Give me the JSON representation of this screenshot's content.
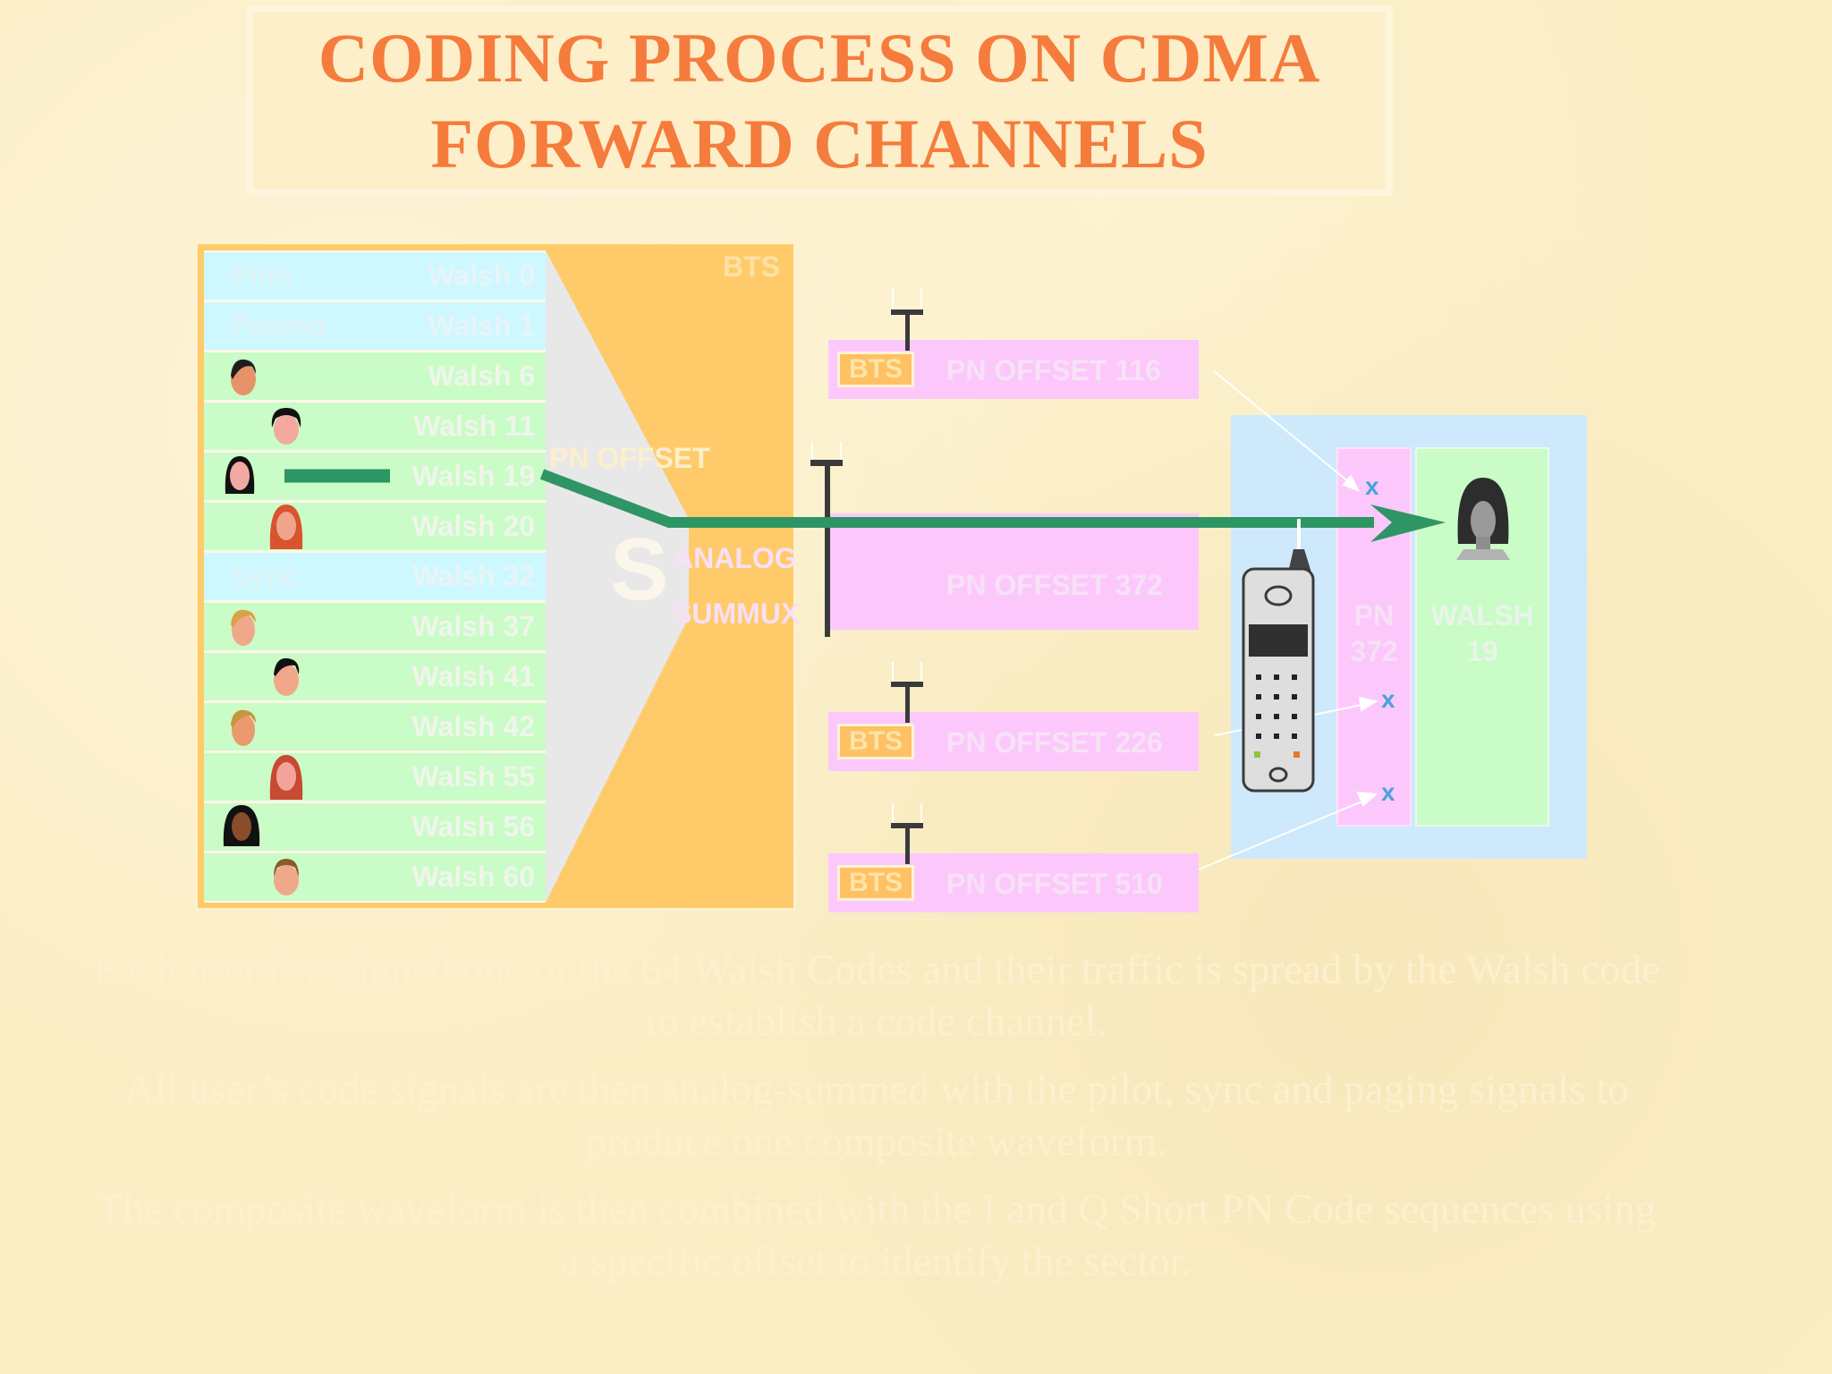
{
  "title": {
    "line1": "CODING PROCESS ON CDMA",
    "line2": "FORWARD CHANNELS"
  },
  "bts_label": "BTS",
  "channels": [
    {
      "name": "Pilot",
      "walsh": "Walsh 0",
      "type": "cyan",
      "avatar": ""
    },
    {
      "name": "Paging",
      "walsh": "Walsh 1",
      "type": "cyan",
      "avatar": ""
    },
    {
      "name": "",
      "walsh": "Walsh 6",
      "type": "green",
      "avatar": "man-dark-hair"
    },
    {
      "name": "",
      "walsh": "Walsh 11",
      "type": "green",
      "avatar": "woman-black-hair"
    },
    {
      "name": "",
      "walsh": "Walsh 19",
      "type": "green",
      "avatar": "woman-long-hair"
    },
    {
      "name": "",
      "walsh": "Walsh 20",
      "type": "green",
      "avatar": "woman-red-hair"
    },
    {
      "name": "Sync",
      "walsh": "Walsh 32",
      "type": "cyan",
      "avatar": ""
    },
    {
      "name": "",
      "walsh": "Walsh 37",
      "type": "green",
      "avatar": "man-blond"
    },
    {
      "name": "",
      "walsh": "Walsh 41",
      "type": "green",
      "avatar": "man-black-hair"
    },
    {
      "name": "",
      "walsh": "Walsh 42",
      "type": "green",
      "avatar": "man-blond-2"
    },
    {
      "name": "",
      "walsh": "Walsh 55",
      "type": "green",
      "avatar": "woman-auburn"
    },
    {
      "name": "",
      "walsh": "Walsh 56",
      "type": "green",
      "avatar": "woman-dark-skin"
    },
    {
      "name": "",
      "walsh": "Walsh 60",
      "type": "green",
      "avatar": "man-brown-hair"
    }
  ],
  "pn_offset_label": "PN OFFSET",
  "analog_label": "ANALOG",
  "summux_label": "SUMMUX",
  "s_letter": "S",
  "sectors": [
    {
      "tag": "BTS",
      "text": "PN OFFSET 116"
    },
    {
      "tag": "",
      "text": "PN OFFSET 372"
    },
    {
      "tag": "BTS",
      "text": "PN OFFSET 226"
    },
    {
      "tag": "BTS",
      "text": "PN OFFSET 510"
    }
  ],
  "receiver": {
    "pn_line1": "PN",
    "pn_line2": "372",
    "walsh_line1": "WALSH",
    "walsh_line2": "19",
    "x_mark": "x"
  },
  "colors": {
    "title": "#f57c3c",
    "signal_line": "#2e9564",
    "bts_orange": "#ffcb6a",
    "pn_pink": "#fcc8fc",
    "receiver_blue": "#cde9fb"
  },
  "bottom_text": {
    "p1": "Each user is assigned one of the 64 Walsh Codes and their traffic is spread by the Walsh code to establish a code channel.",
    "p2": "All user’s code signals are then analog-summed with the pilot, sync and paging signals to produce one composite waveform.",
    "p3": "The composite waveform is then combined with the I and Q Short PN Code sequences using a specific offset to identify the sector."
  }
}
